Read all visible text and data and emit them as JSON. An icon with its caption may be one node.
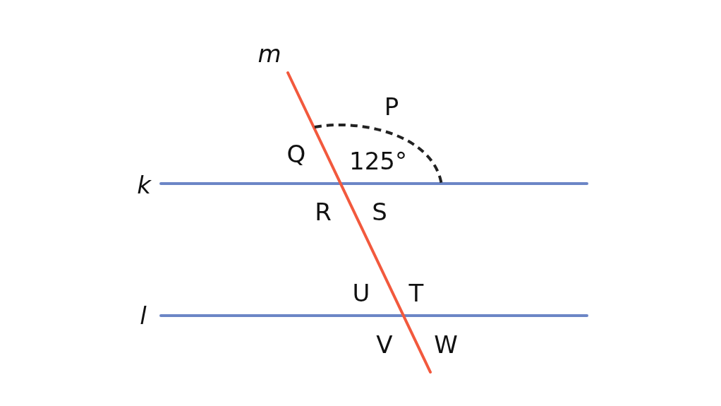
{
  "diagram": {
    "labels": [
      "m",
      "P",
      "Q",
      "125°",
      "k",
      "R",
      "S",
      "U",
      "T",
      "l",
      "V",
      "W"
    ]
  }
}
